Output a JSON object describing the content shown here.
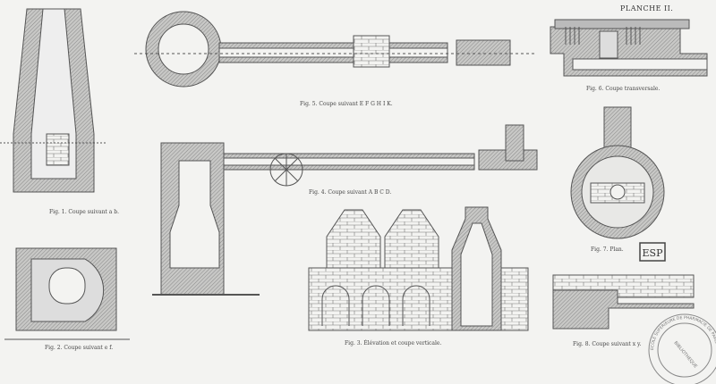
{
  "plate_title": "PLANCHE II.",
  "captions": {
    "fig1": "Fig. 1. Coupe suivant a b.",
    "fig2": "Fig. 2. Coupe suivant e f.",
    "fig3": "Fig. 3. Élévation et coupe verticale.",
    "fig4": "Fig. 4. Coupe suivant A B C D.",
    "fig5": "Fig. 5. Coupe suivant E F G H I K.",
    "fig6": "Fig. 6. Coupe transversale.",
    "fig7": "Fig. 7. Plan.",
    "fig8": "Fig. 8. Coupe suivant x y."
  },
  "monogram": "ESP",
  "stamp": {
    "ring": "ECOLE SUPERIEURE DE PHARMACIE DE PARIS",
    "center": "BIBLIOTHEQUE"
  },
  "colors": {
    "ink": "#555555",
    "hatch": "#a8a8a8",
    "paper": "#f3f3f1"
  }
}
